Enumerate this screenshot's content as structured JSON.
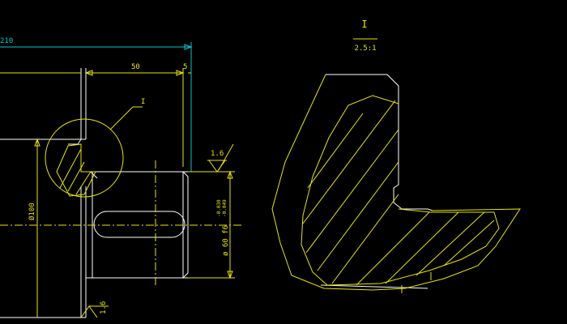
{
  "colors": {
    "background": "#000000",
    "geometry": "#ffffff",
    "dimensions": "#e6e600",
    "extension": "#00c8c8"
  },
  "dimensions": {
    "overall_partial": "210",
    "length_50": "50",
    "offset_5": "5",
    "diameter_100": "Ø100",
    "diameter_60": "ø 60 f6",
    "tolerance_upper": "-0.030",
    "tolerance_lower": "-0.049"
  },
  "roughness": {
    "top": "1.6",
    "bottom": "1.6"
  },
  "detail": {
    "callout": "I",
    "view_title": "I",
    "scale": "2.5:1"
  }
}
